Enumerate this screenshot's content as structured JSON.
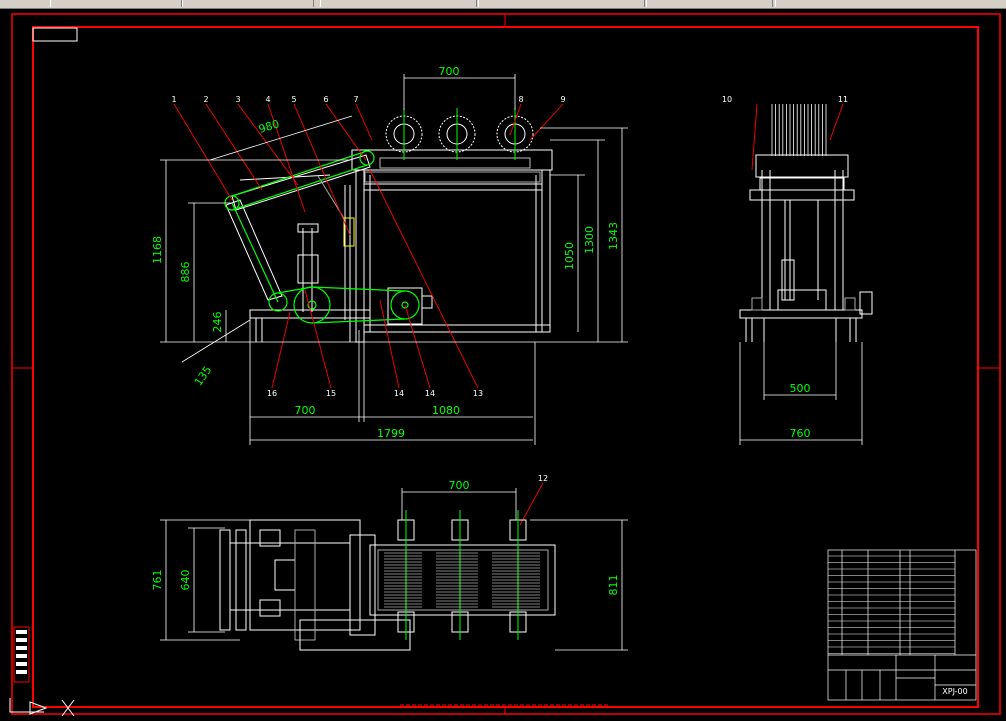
{
  "topbar": {
    "segments": 6
  },
  "colors": {
    "frame": "#ff0000",
    "dim": "#00ff00",
    "drawing": "#ffffff",
    "part": "#ffff00"
  },
  "dims_front": {
    "d700_top": "700",
    "d980": "980",
    "d1168": "1168",
    "d886": "886",
    "d246": "246",
    "d135": "135",
    "d1050": "1050",
    "d1300": "1300",
    "d1343": "1343",
    "d700_bottom": "700",
    "d1080": "1080",
    "d1799": "1799"
  },
  "dims_side": {
    "d500": "500",
    "d760": "760"
  },
  "dims_plan": {
    "d700": "700",
    "d761": "761",
    "d640": "640",
    "d811": "811"
  },
  "balloons_top": [
    "1",
    "2",
    "3",
    "4",
    "5",
    "6",
    "7",
    "8",
    "9"
  ],
  "balloons_side": [
    "10",
    "11"
  ],
  "balloons_bottom": [
    "16",
    "15",
    "14",
    "14",
    "13"
  ],
  "balloon_plan": "12",
  "title_block": {
    "code": "XPJ-00"
  }
}
